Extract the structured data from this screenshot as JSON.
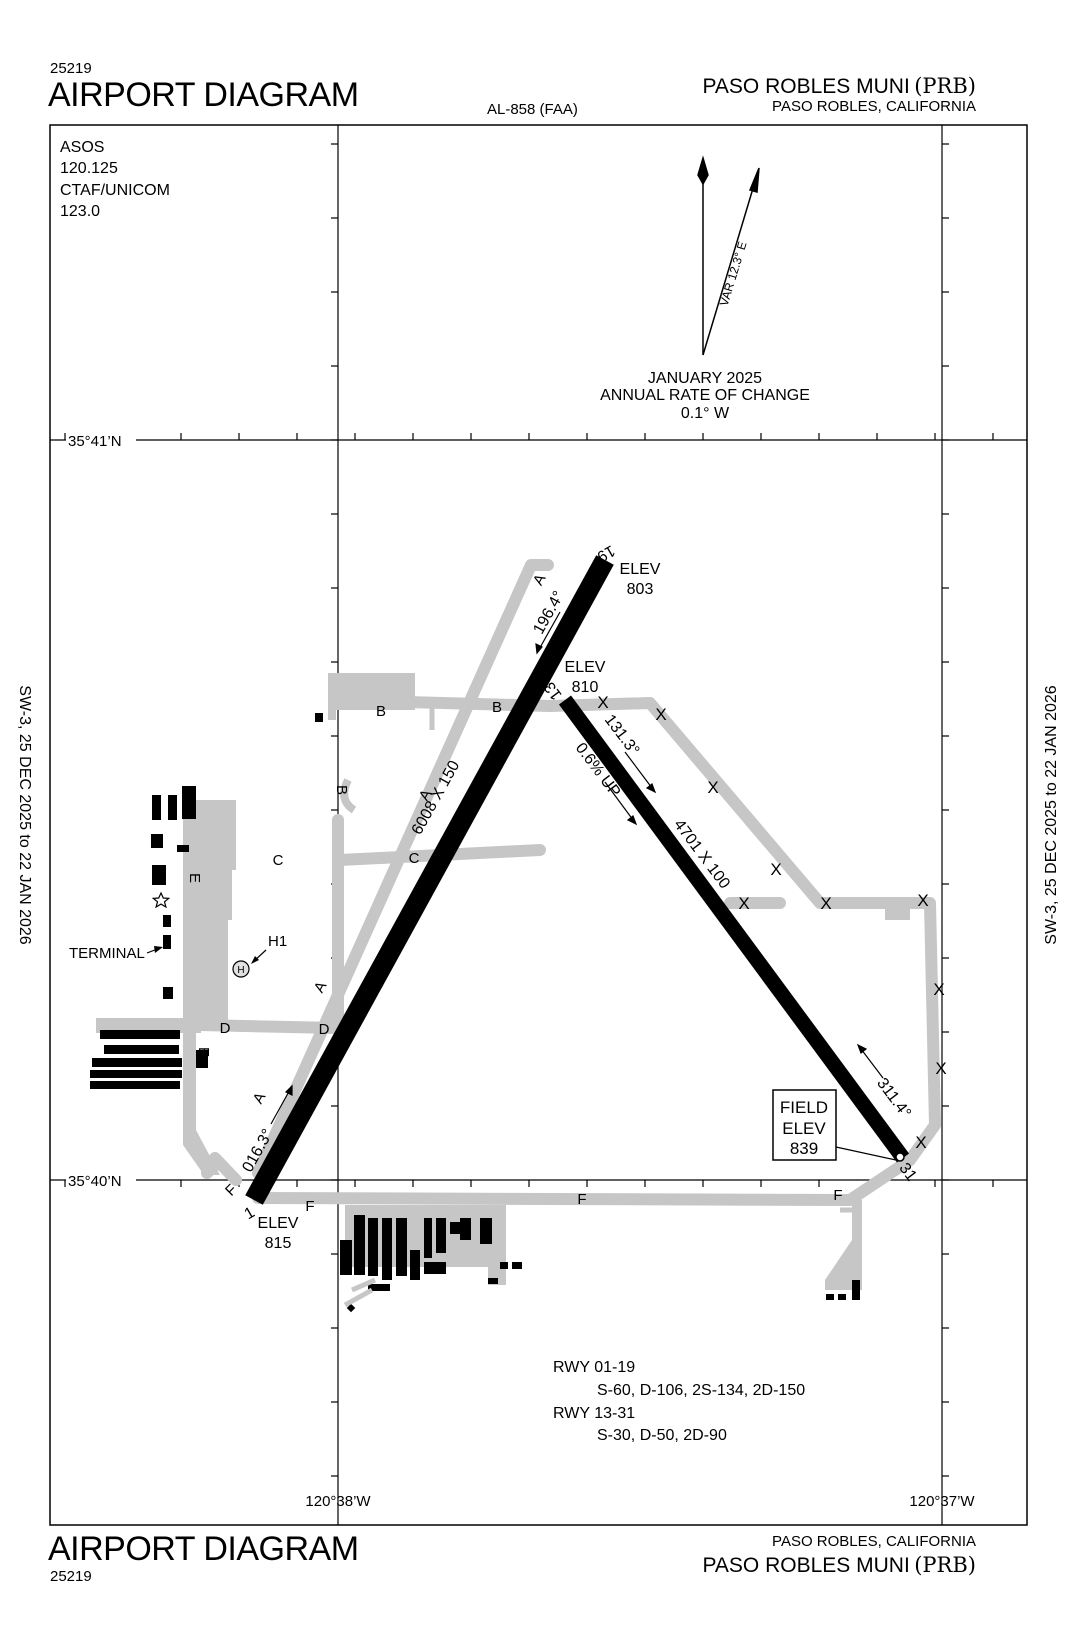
{
  "header": {
    "procedure_number": "25219",
    "title": "AIRPORT DIAGRAM",
    "chart_id": "AL-858 (FAA)",
    "airport_name": "PASO ROBLES MUNI",
    "airport_code": "(PRB)",
    "location": "PASO ROBLES, CALIFORNIA"
  },
  "footer": {
    "procedure_number": "25219",
    "title": "AIRPORT DIAGRAM",
    "airport_name": "PASO ROBLES MUNI",
    "airport_code": "(PRB)",
    "location": "PASO ROBLES, CALIFORNIA"
  },
  "side_text": {
    "left": "SW-3,  25 DEC 2025  to  22 JAN 2026",
    "right": "SW-3,  25 DEC 2025  to  22 JAN 2026"
  },
  "frequencies": {
    "asos_label": "ASOS",
    "asos_freq": "120.125",
    "ctaf_label": "CTAF/UNICOM",
    "ctaf_freq": "123.0"
  },
  "magnetic": {
    "variation": "VAR 12.3° E",
    "date": "JANUARY 2025",
    "rate_label": "ANNUAL RATE OF CHANGE",
    "rate_value": "0.1° W"
  },
  "grid": {
    "lat_top": "35°41’N",
    "lat_bottom": "35°40’N",
    "lon_left": "120°38’W",
    "lon_right": "120°37’W"
  },
  "runways": {
    "rwy_01_19": {
      "dimensions": "6008 X 150",
      "heading_1": "016.3°",
      "heading_19": "196.4°",
      "end_1": "1",
      "end_19": "19",
      "elev_label": "ELEV",
      "elev_1": "815",
      "elev_19": "803"
    },
    "rwy_13_31": {
      "dimensions": "4701 X 100",
      "heading_13": "131.3°",
      "heading_31": "311.4°",
      "gradient": "0.6% UP",
      "end_13": "13",
      "end_31": "31",
      "elev_label": "ELEV",
      "elev_13": "810"
    }
  },
  "field_elev": {
    "line1": "FIELD",
    "line2": "ELEV",
    "value": "839"
  },
  "labels": {
    "terminal": "TERMINAL",
    "helipad": "H1",
    "helipad_symbol": "H",
    "closed_mark": "X"
  },
  "taxiways": {
    "a": "A",
    "b": "B",
    "c": "C",
    "d": "D",
    "e": "E",
    "f": "F"
  },
  "pavement_strength": {
    "rwy1_label": "RWY 01-19",
    "rwy1_values": "S-60, D-106, 2S-134, 2D-150",
    "rwy2_label": "RWY 13-31",
    "rwy2_values": "S-30, D-50, 2D-90"
  }
}
